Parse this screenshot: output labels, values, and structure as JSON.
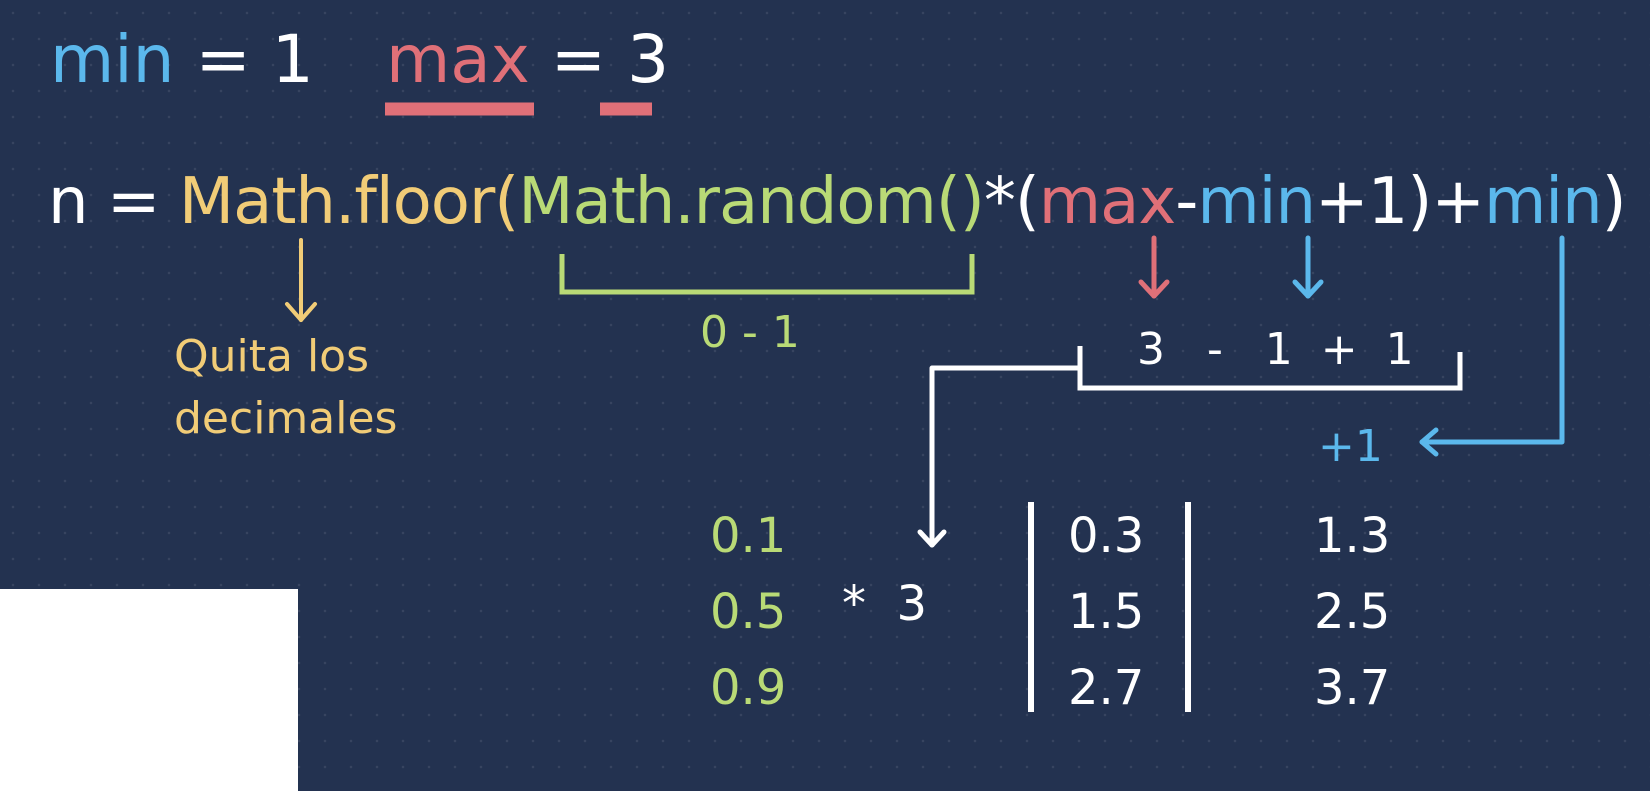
{
  "colors": {
    "background": "#233250",
    "yellow": "#f1cc77",
    "green": "#b9da76",
    "red": "#e07078",
    "blue": "#5bb8ec",
    "white": "#ffffff"
  },
  "vars": {
    "min_name": "min",
    "min_eq": " = 1",
    "max_name": "max",
    "max_eq": " = ",
    "max_val": "3"
  },
  "formula": {
    "n_eq": "n = ",
    "floor": "Math.floor(",
    "random": "Math.random()",
    "times_paren": "*(",
    "max": "max",
    "dash": "-",
    "min": "min",
    "plus_one": "+1)+",
    "min2": "min",
    "close": ")"
  },
  "annotations": {
    "floor_note_line1": "Quita los",
    "floor_note_line2": "decimales",
    "random_range": "0 - 1",
    "range_calc": "3   -   1  +  1",
    "plus_one": "+1"
  },
  "table": {
    "random_values": [
      "0.1",
      "0.5",
      "0.9"
    ],
    "multiplier": "*  3",
    "products": [
      "0.3",
      "1.5",
      "2.7"
    ],
    "results": [
      "1.3",
      "2.5",
      "3.7"
    ]
  }
}
